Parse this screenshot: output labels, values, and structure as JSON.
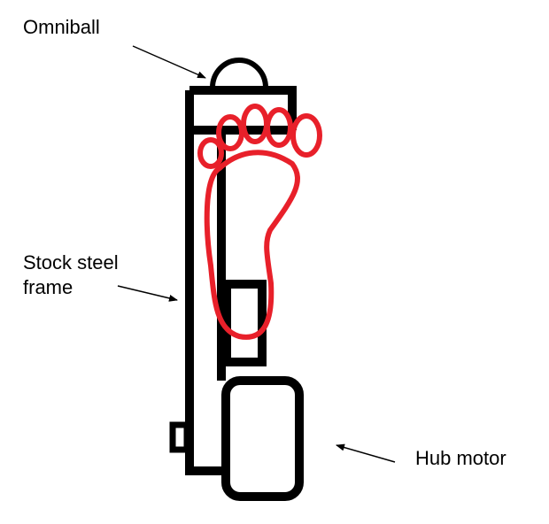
{
  "diagram": {
    "labels": {
      "omniball": "Omniball",
      "frame_line1": "Stock steel",
      "frame_line2": "frame",
      "hub_motor": "Hub motor"
    },
    "colors": {
      "frame": "#000000",
      "foot": "#e8202a",
      "background": "#ffffff"
    }
  }
}
